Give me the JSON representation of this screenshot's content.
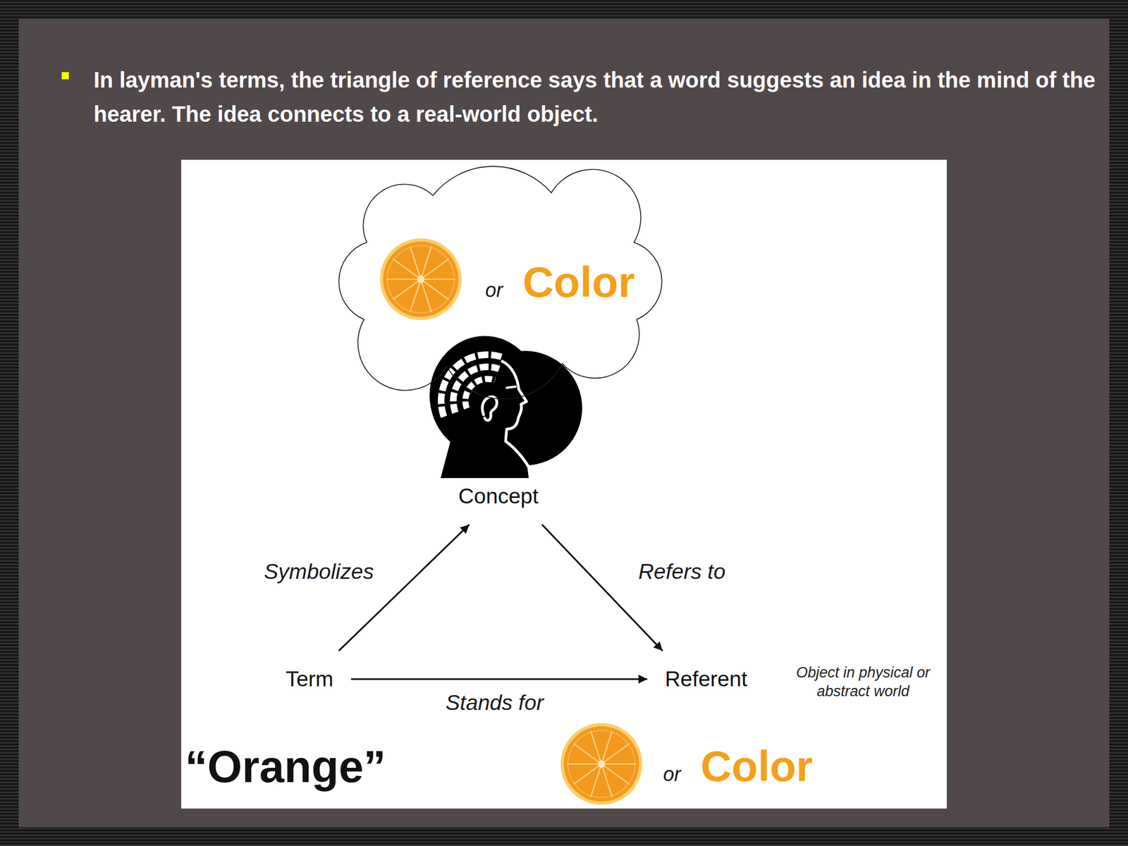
{
  "diagram": {
    "title": "In layman's terms, the triangle of reference says that a word suggests an idea in the mind of the hearer. The idea connects to a real-world object.",
    "nodes": [
      {
        "text": [
          "or",
          "Color"
        ]
      },
      {
        "text": [
          "Concept"
        ]
      },
      {
        "text": [
          "Term"
        ]
      },
      {
        "text": [
          "Referent"
        ]
      }
    ],
    "edges": [
      {
        "from": 2,
        "to": 1,
        "arrow": "to",
        "label": "Symbolizes"
      },
      {
        "from": 1,
        "to": 3,
        "arrow": "to",
        "label": "Refers to"
      },
      {
        "from": 2,
        "to": 3,
        "arrow": "to",
        "label": "Stands for"
      }
    ],
    "labels": [
      "Object in physical or abstract world",
      "“Orange”",
      "or",
      "Color"
    ]
  }
}
